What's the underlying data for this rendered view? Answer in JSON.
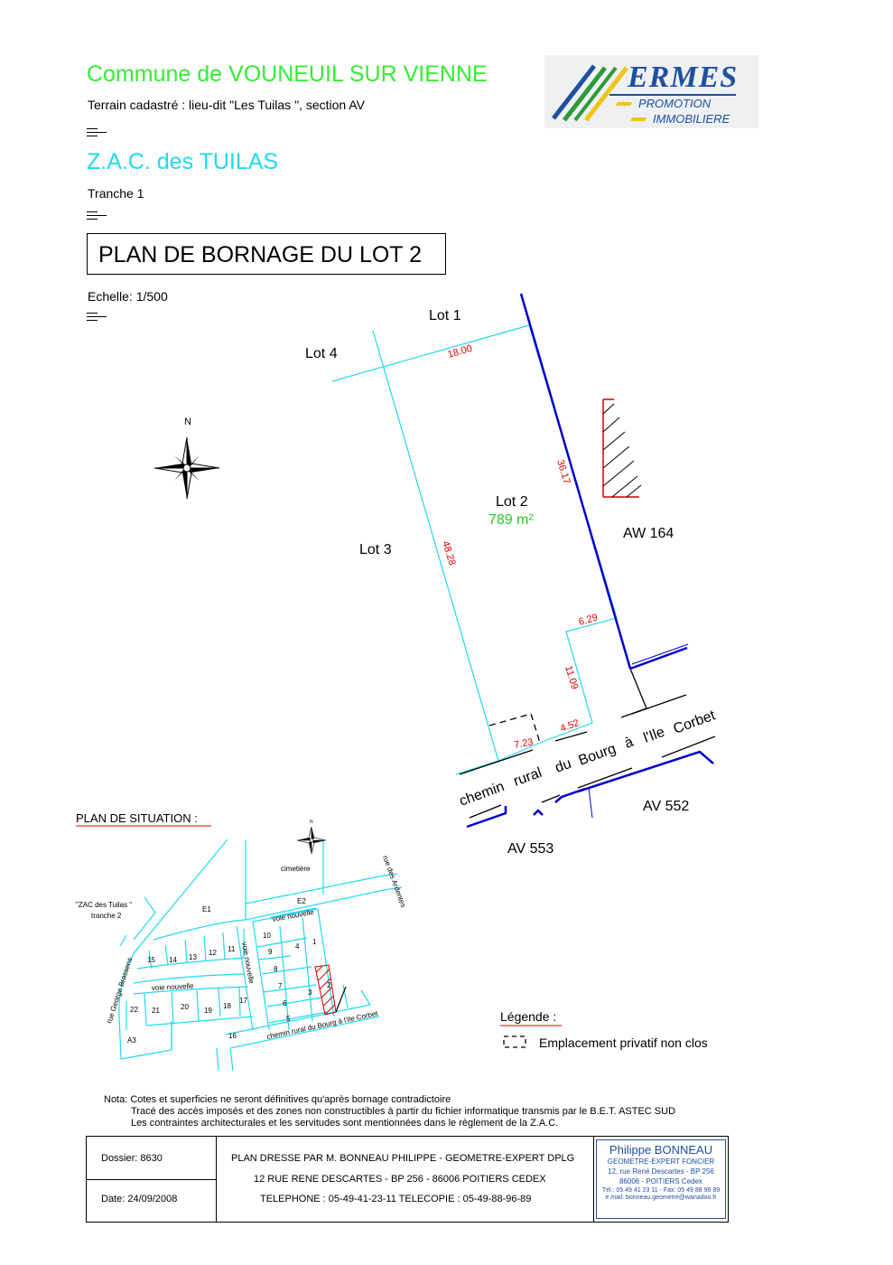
{
  "header": {
    "commune": "Commune de VOUNEUIL SUR VIENNE",
    "terrain": "Terrain cadastré : lieu-dit \"Les Tuilas \", section AV",
    "zac": "Z.A.C. des TUILAS",
    "tranche": "Tranche 1",
    "plan_title": "PLAN DE BORNAGE DU LOT 2",
    "echelle": "Echelle: 1/500"
  },
  "logo": {
    "name": "ERMES",
    "line1": "PROMOTION",
    "line2": "IMMOBILIERE",
    "colors": {
      "brand_blue": "#1f4fa0",
      "green": "#2e9a3a",
      "yellow": "#f0c419"
    }
  },
  "plan": {
    "north": "N",
    "lots": {
      "lot1": "Lot 1",
      "lot2": "Lot 2",
      "lot2_area": "789 m²",
      "lot3": "Lot 3",
      "lot4": "Lot 4"
    },
    "parcels": {
      "aw164": "AW 164",
      "av552": "AV 552",
      "av553": "AV 553"
    },
    "road": {
      "w1": "chemin",
      "w2": "rural",
      "w3": "du",
      "w4": "Bourg",
      "w5": "à",
      "w6": "l'Ile",
      "w7": "Corbet"
    },
    "dimensions": {
      "d1": "18.00",
      "d2": "36.17",
      "d3": "48.28",
      "d4": "6.29",
      "d5": "11.09",
      "d6": "4.52",
      "d7": "7.23"
    },
    "colors": {
      "lot_line": "#22d8ee",
      "boundary": "#0000cc",
      "dimension": "#dd0000"
    }
  },
  "situation": {
    "title": "PLAN DE SITUATION :",
    "north": "N",
    "labels": {
      "cimetiere": "cimetière",
      "rue_ardentes": "rue des Ardentes",
      "zac_t2": "\"ZAC des Tuilas \"",
      "tranche2": "tranche 2",
      "e1": "E1",
      "e2": "E2",
      "voie1": "voie nouvelle",
      "voie2": "voie nouvelle",
      "voie3": "voie nouvelle",
      "rue_brassens": "rue  George  Brassens",
      "chemin": "chemin rural du Bourg à l'Ile Corbet",
      "a3": "A3"
    },
    "lot_numbers": [
      "1",
      "2",
      "3",
      "4",
      "5",
      "6",
      "7",
      "8",
      "9",
      "10",
      "11",
      "12",
      "13",
      "14",
      "15",
      "16",
      "17",
      "18",
      "19",
      "20",
      "21",
      "22"
    ]
  },
  "legend": {
    "title": "Légende :",
    "item": "Emplacement privatif non clos"
  },
  "nota": {
    "line1": "Nota: Cotes et superficies ne seront définitives qu'après bornage contradictoire",
    "line2": "Tracé des accès imposés et des zones non constructibles à partir du fichier informatique transmis par le B.E.T. ASTEC SUD",
    "line3": "Les contraintes architecturales et les servitudes sont mentionnées dans le règlement de la Z.A.C."
  },
  "footer": {
    "dossier": "Dossier: 8630",
    "date": "Date: 24/09/2008",
    "plan_by": "PLAN DRESSE PAR M. BONNEAU PHILIPPE - GEOMETRE-EXPERT DPLG",
    "address": "12 RUE RENE DESCARTES - BP 256 - 86006 POITIERS CEDEX",
    "phone": "TELEPHONE : 05-49-41-23-11  TELECOPIE : 05-49-88-96-89",
    "stamp": {
      "name": "Philippe BONNEAU",
      "title": "GEOMETRE-EXPERT FONCIER",
      "addr1": "12, rue René Descartes - BP 256",
      "addr2": "86006 -  POITIERS Cedex",
      "tel": "Tél.: 05 49 41 23 11 - Fax: 05 49 88 96 89",
      "email": "e.mail: bonneau.geometre@wanadoo.fr"
    }
  }
}
